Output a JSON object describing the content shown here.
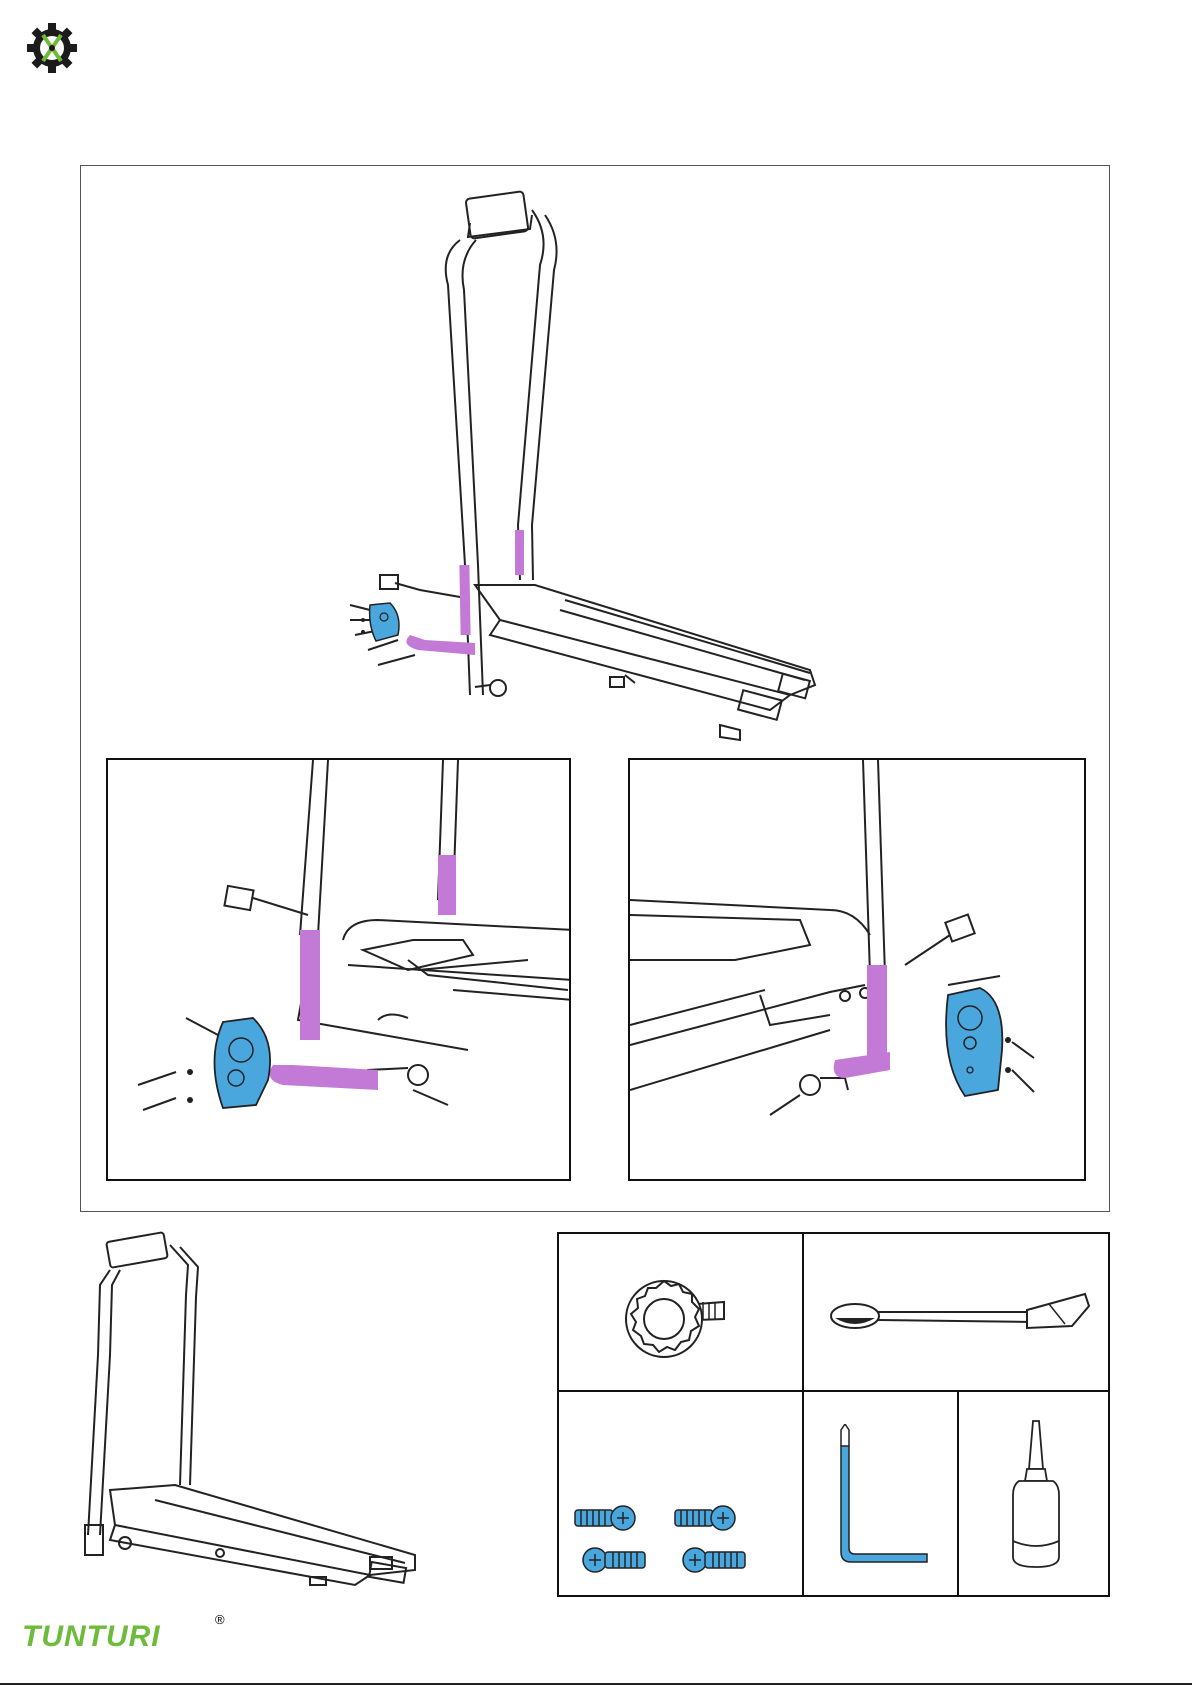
{
  "brand": {
    "logo_text": "TUNTURI",
    "registered_mark": "®"
  },
  "colors": {
    "accent_green": "#6dbb3a",
    "highlight_purple": "#c27ad6",
    "highlight_blue": "#4aa7de",
    "line_dark": "#222222"
  },
  "icons": {
    "header_logo": "gear-wrench-screwdriver-icon"
  },
  "parts_grid": {
    "cells": [
      {
        "name": "knob",
        "icon": "knob-bolt-icon"
      },
      {
        "name": "safety-key",
        "icon": "safety-clip-key-icon"
      },
      {
        "name": "screws",
        "icon": "screw-icon"
      },
      {
        "name": "allen-key",
        "icon": "allen-key-icon"
      },
      {
        "name": "lubricant",
        "icon": "lubricant-bottle-icon"
      }
    ]
  }
}
